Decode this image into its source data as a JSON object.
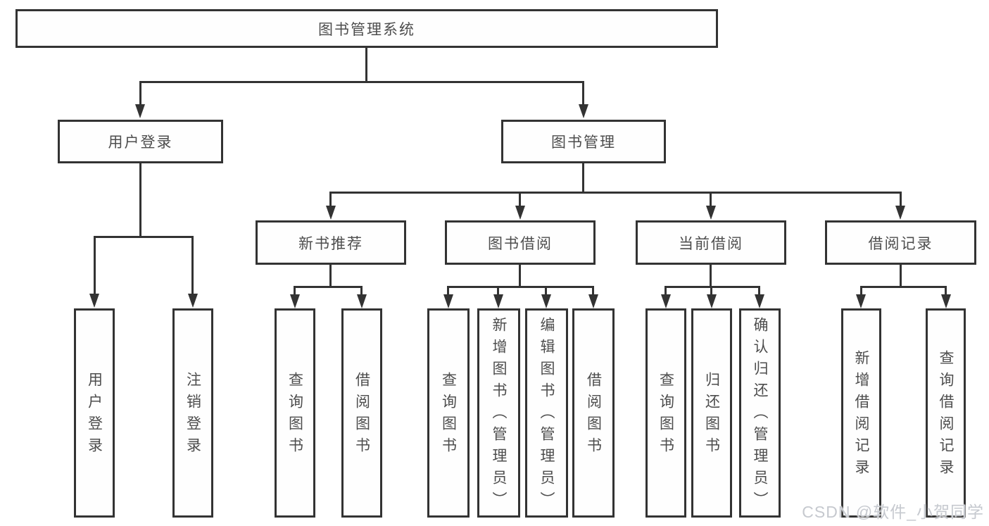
{
  "diagram": {
    "root": {
      "label": "图书管理系统"
    },
    "branches": [
      {
        "label": "用户登录"
      },
      {
        "label": "图书管理"
      }
    ],
    "sections": [
      {
        "label": "新书推荐"
      },
      {
        "label": "图书借阅"
      },
      {
        "label": "当前借阅"
      },
      {
        "label": "借阅记录"
      }
    ],
    "leafGroups": [
      {
        "parent": "用户登录",
        "items": [
          "用户登录",
          "注销登录"
        ]
      },
      {
        "parent": "新书推荐",
        "items": [
          "查询图书",
          "借阅图书"
        ]
      },
      {
        "parent": "图书借阅",
        "items": [
          "查询图书",
          "新增图书（管理员）",
          "编辑图书（管理员）",
          "借阅图书"
        ]
      },
      {
        "parent": "当前借阅",
        "items": [
          "查询图书",
          "归还图书",
          "确认归还（管理员）"
        ]
      },
      {
        "parent": "借阅记录",
        "items": [
          "新增借阅记录",
          "查询借阅记录"
        ]
      }
    ],
    "watermark": "CSDN @软件_小贺同学",
    "colors": {
      "line": "#333333",
      "text": "#4d4d4d",
      "watermark": "#c6c9cf",
      "background": "#ffffff"
    }
  }
}
